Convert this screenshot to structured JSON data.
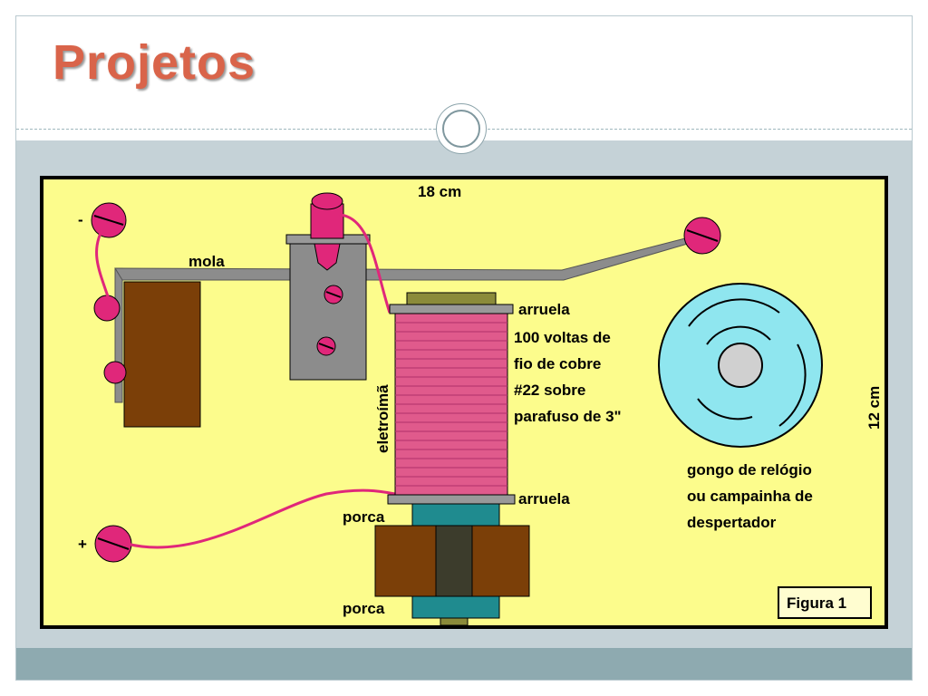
{
  "slide": {
    "title": "Projetos"
  },
  "figure": {
    "width_label": "18 cm",
    "height_label": "12 cm",
    "mola_label": "mola",
    "arruela_top": "arruela",
    "coil_desc_1": "100 voltas de",
    "coil_desc_2": "fio de cobre",
    "coil_desc_3": "#22 sobre",
    "coil_desc_4": "parafuso de 3\"",
    "eletroima_label": "eletroímã",
    "arruela_bottom": "arruela",
    "porca_top": "porca",
    "porca_bottom": "porca",
    "gongo_1": "gongo de relógio",
    "gongo_2": "ou campainha  de",
    "gongo_3": "despertador",
    "figure_caption": "Figura 1",
    "minus_sign": "-",
    "plus_sign": "+"
  },
  "colors": {
    "title": "#d9644a",
    "board": "#fcfc8c",
    "wood": "#7b3f08",
    "steel": "#8c8c8c",
    "coil": "#e05a8c",
    "bell": "#8fe6ef",
    "nut": "#1f8b8f",
    "screw": "#e0277a"
  }
}
